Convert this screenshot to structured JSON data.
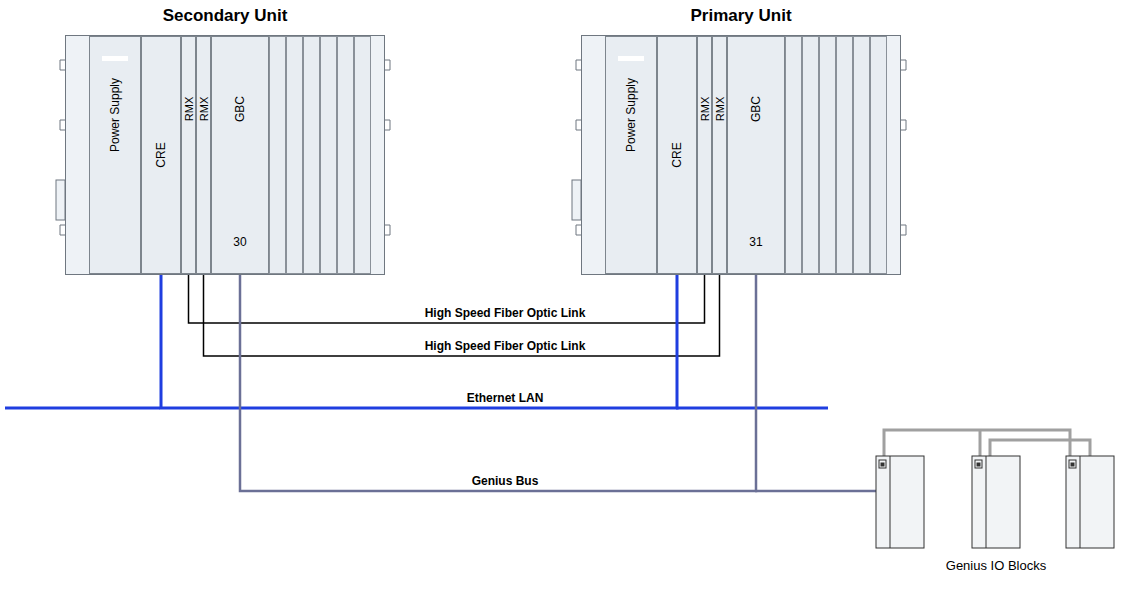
{
  "diagram": {
    "nodes": [
      {
        "text": [
          "Secondary Unit"
        ]
      },
      {
        "text": [
          "Power Supply"
        ],
        "in": 0
      },
      {
        "text": [
          "CRE"
        ],
        "in": 0
      },
      {
        "text": [
          "RMX"
        ],
        "in": 0
      },
      {
        "text": [
          "RMX"
        ],
        "in": 0
      },
      {
        "text": [
          "GBC",
          "30"
        ],
        "in": 0
      },
      {
        "text": [
          "Primary Unit"
        ]
      },
      {
        "text": [
          "Power Supply"
        ],
        "in": 6
      },
      {
        "text": [
          "CRE"
        ],
        "in": 6
      },
      {
        "text": [
          "RMX"
        ],
        "in": 6
      },
      {
        "text": [
          "RMX"
        ],
        "in": 6
      },
      {
        "text": [
          "GBC",
          "31"
        ],
        "in": 6
      }
    ],
    "edges": [
      {
        "from": 3,
        "to": 9,
        "arrow": "none",
        "label": "High Speed Fiber Optic Link"
      },
      {
        "from": 4,
        "to": 10,
        "arrow": "none",
        "label": "High Speed Fiber Optic Link"
      },
      {
        "from": 2,
        "to": 8,
        "arrow": "none",
        "label": "Ethernet LAN"
      },
      {
        "from": 5,
        "to": 11,
        "arrow": "none",
        "label": "Genius Bus"
      }
    ],
    "labels": [
      "Genius IO Blocks"
    ]
  }
}
